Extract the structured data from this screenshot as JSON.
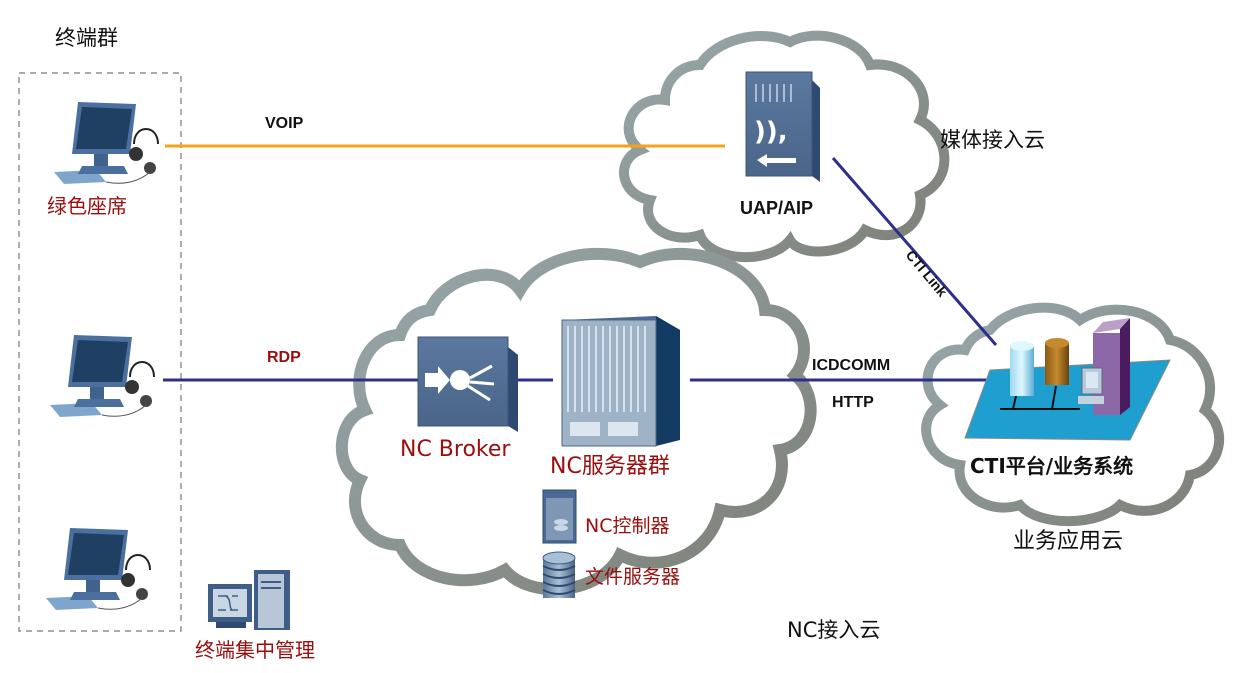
{
  "terminal_group": {
    "title": "终端群",
    "green_agent_label": "绿色座席",
    "terminal_mgmt_label": "终端集中管理"
  },
  "links": {
    "voip": "VOIP",
    "rdp": "RDP",
    "cti_link": "CTI Link",
    "icdcomm": "ICDCOMM",
    "http": "HTTP"
  },
  "media_cloud": {
    "name": "媒体接入云",
    "device_label": "UAP/AIP"
  },
  "nc_cloud": {
    "name": "NC接入云",
    "broker_label": "NC Broker",
    "server_group_label": "NC服务器群",
    "controller_label": "NC控制器",
    "file_server_label": "文件服务器"
  },
  "app_cloud": {
    "name": "业务应用云",
    "platform_label": "CTI平台/业务系统"
  },
  "colors": {
    "voip_line": "#f7a21b",
    "data_line": "#2e2e8c",
    "label_red": "#9b0d0d",
    "cloud_outline": "#8a9596",
    "device_blue": "#4d6a91"
  }
}
